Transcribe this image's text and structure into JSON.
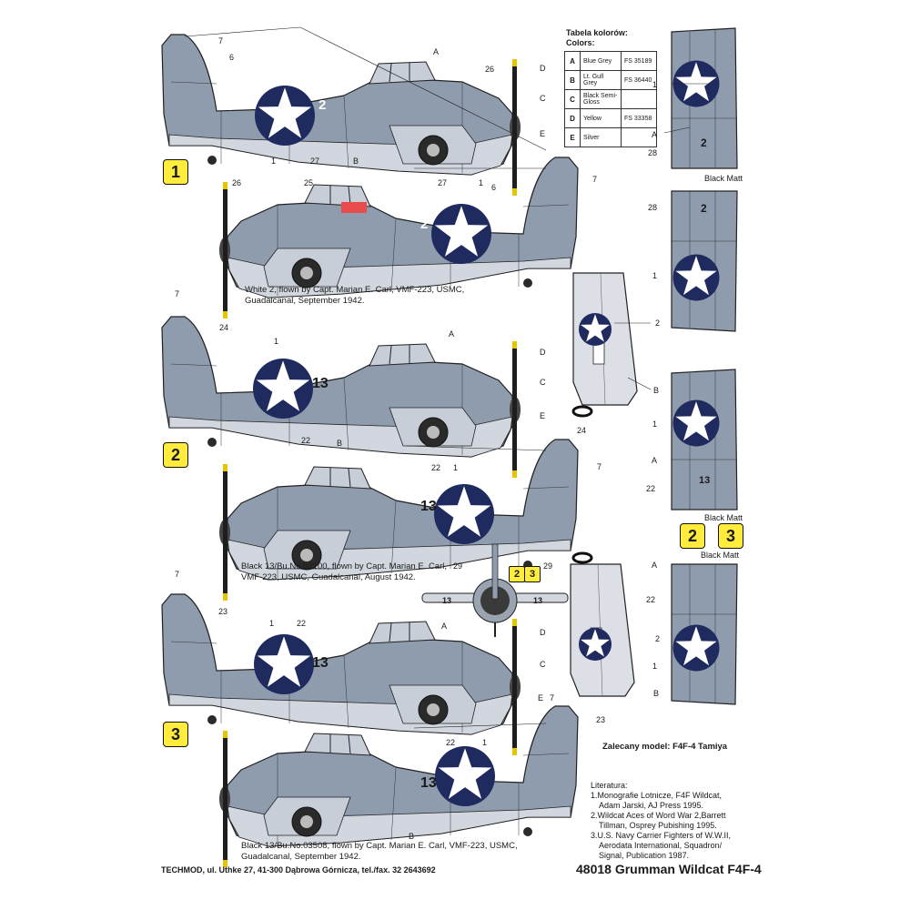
{
  "colors_table": {
    "title_pl": "Tabela kolorów:",
    "title_en": "Colors:",
    "rows": [
      {
        "letter": "A",
        "name": "Blue Grey",
        "fs": "FS 35189"
      },
      {
        "letter": "B",
        "name": "Lt. Gull Grey",
        "fs": "FS 36440"
      },
      {
        "letter": "C",
        "name": "Black Semi-Gloss",
        "fs": ""
      },
      {
        "letter": "D",
        "name": "Yellow",
        "fs": "FS 33358"
      },
      {
        "letter": "E",
        "name": "Silver",
        "fs": ""
      }
    ]
  },
  "palette": {
    "blue_grey": "#8e9cad",
    "gull_grey": "#d2d7df",
    "insignia_blue": "#1f2a5e",
    "badge_yellow": "#ffec3d",
    "walkway_red": "#e84b4b"
  },
  "variants": [
    {
      "badge": "1",
      "fuselage_code": "2",
      "caption": "White 2, flown by Capt. Marian E. Carl, VMF-223, USMC, Guadalcanal, September 1942."
    },
    {
      "badge": "2",
      "fuselage_code": "13",
      "caption": "Black 13/Bu.No.02100, flown by Capt. Marian E. Carl, VMF-223, USMC, Guadalcanal, August 1942."
    },
    {
      "badge": "3",
      "fuselage_code": "13",
      "caption": "Black 13/Bu.No.03508, flown by Capt. Marian E. Carl, VMF-223, USMC, Guadalcanal, September 1942."
    }
  ],
  "callouts": {
    "n1": "1",
    "n2": "2",
    "n6": "6",
    "n7": "7",
    "n22": "22",
    "n23": "23",
    "n24": "24",
    "n25": "25",
    "n26": "26",
    "n27": "27",
    "n28": "28",
    "n29": "29",
    "A": "A",
    "B": "B",
    "C": "C",
    "D": "D",
    "E": "E"
  },
  "labels": {
    "black_matt": "Black Matt",
    "badge_2": "2",
    "badge_3": "3",
    "wing_code_2": "2",
    "wing_code_13": "13"
  },
  "recommended": "Zalecany model: F4F-4 Tamiya",
  "literature": {
    "title": "Literatura:",
    "items": [
      "1.Monografie Lotnicze, F4F Wildcat,",
      "Adam Jarski, AJ Press 1995.",
      "2.Wildcat Aces of Word War 2,Barrett",
      "Tillman, Osprey Pubishing 1995.",
      "3.U.S. Navy Carrier Fighters of W.W.II,",
      "Aerodata International, Squadron/",
      "Signal, Publication 1987."
    ]
  },
  "footer": {
    "company": "TECHMOD, ul. Uthke 27, 41-300 Dąbrowa Górnicza, tel./fax. 32 2643692",
    "product": "48018 Grumman Wildcat F4F-4"
  }
}
